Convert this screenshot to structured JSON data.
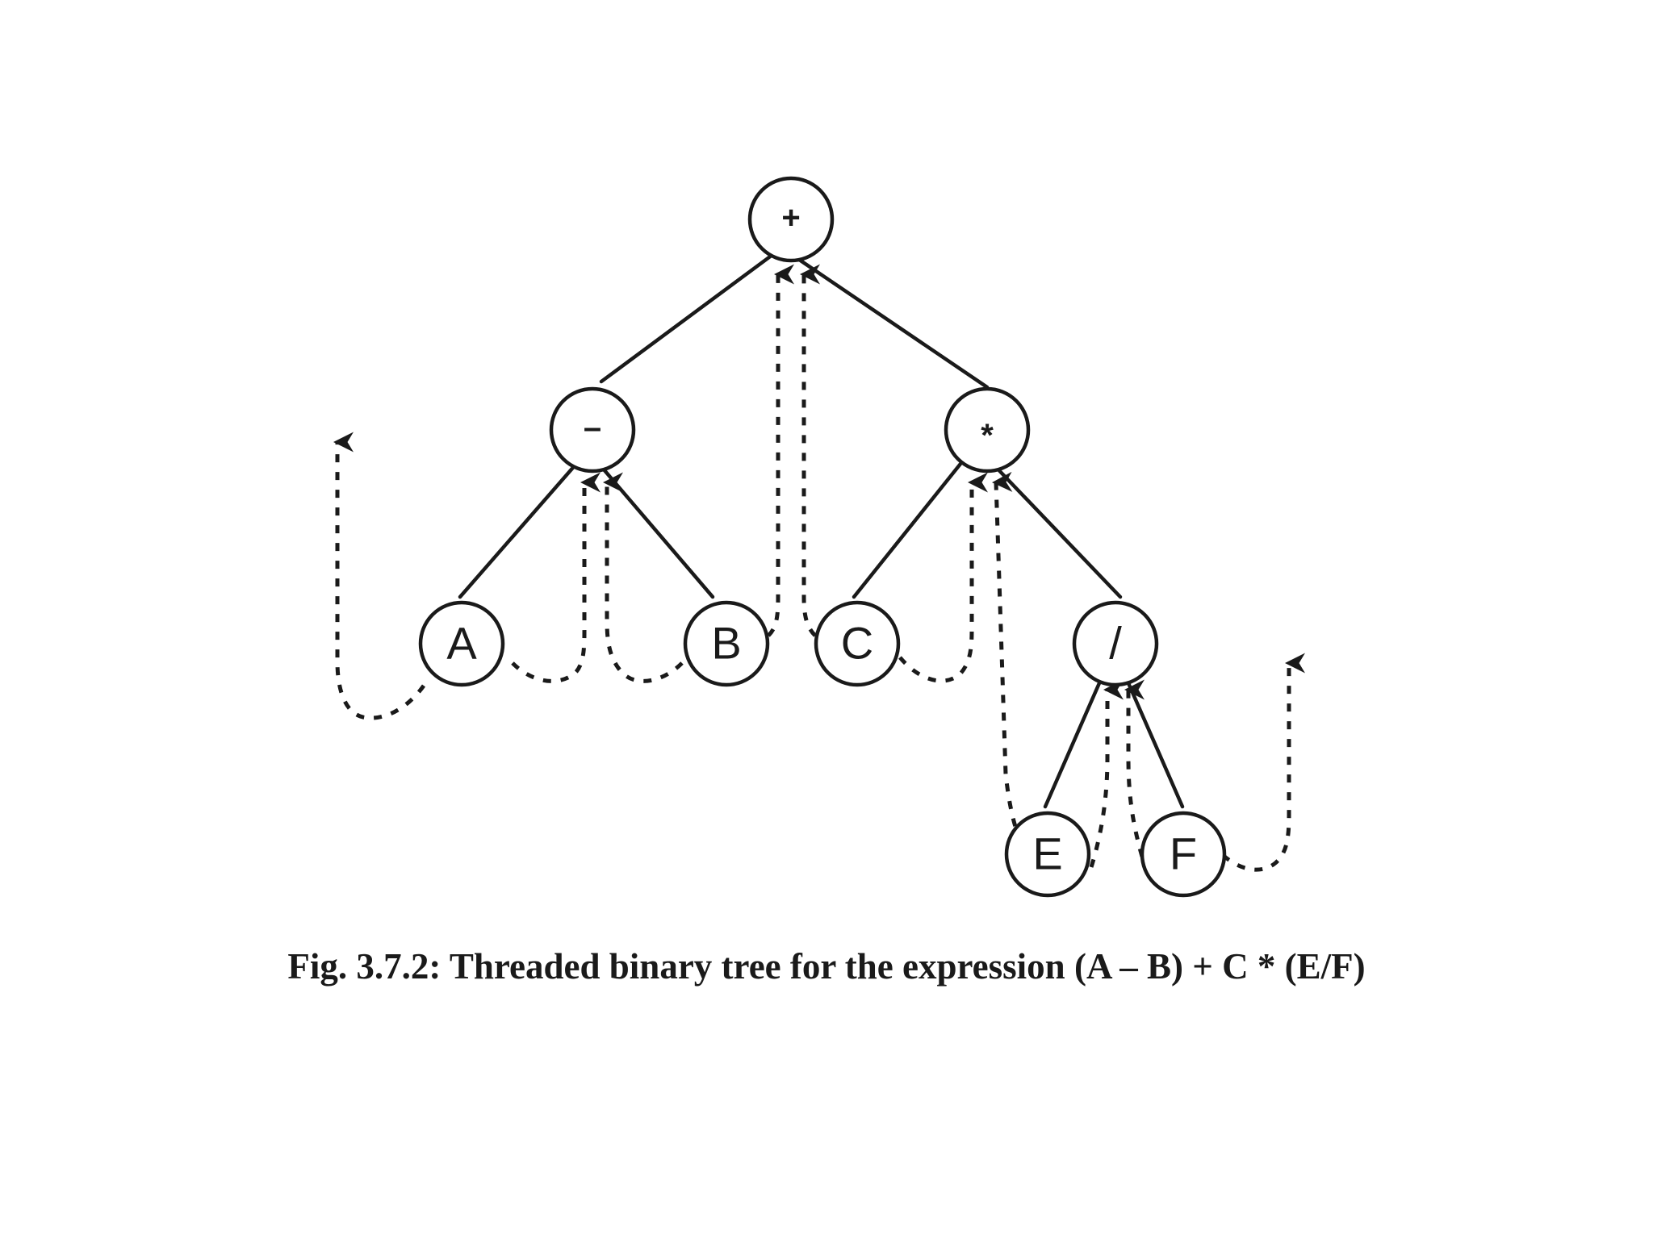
{
  "diagram": {
    "nodes": [
      {
        "id": "plus",
        "label": "+",
        "kind": "op"
      },
      {
        "id": "minus",
        "label": "–",
        "kind": "op"
      },
      {
        "id": "star",
        "label": "*",
        "kind": "op"
      },
      {
        "id": "a",
        "label": "A",
        "kind": "letter"
      },
      {
        "id": "b",
        "label": "B",
        "kind": "letter"
      },
      {
        "id": "c",
        "label": "C",
        "kind": "letter"
      },
      {
        "id": "slash",
        "label": "/",
        "kind": "op"
      },
      {
        "id": "e",
        "label": "E",
        "kind": "letter"
      },
      {
        "id": "f",
        "label": "F",
        "kind": "letter"
      }
    ],
    "edges": [
      [
        "plus",
        "minus"
      ],
      [
        "plus",
        "star"
      ],
      [
        "minus",
        "a"
      ],
      [
        "minus",
        "b"
      ],
      [
        "star",
        "c"
      ],
      [
        "star",
        "slash"
      ],
      [
        "slash",
        "e"
      ],
      [
        "slash",
        "f"
      ]
    ],
    "threads": [
      {
        "from": "a",
        "to": null,
        "side": "left"
      },
      {
        "from": "a",
        "to": "minus",
        "side": "right"
      },
      {
        "from": "b",
        "to": "minus",
        "side": "left"
      },
      {
        "from": "b",
        "to": "plus",
        "side": "right"
      },
      {
        "from": "c",
        "to": "plus",
        "side": "left"
      },
      {
        "from": "c",
        "to": "star",
        "side": "right"
      },
      {
        "from": "e",
        "to": "star",
        "side": "left"
      },
      {
        "from": "e",
        "to": "slash",
        "side": "right"
      },
      {
        "from": "f",
        "to": "slash",
        "side": "left"
      },
      {
        "from": "f",
        "to": null,
        "side": "right"
      }
    ],
    "colors": {
      "ink": "#1a1a1a",
      "background": "#ffffff"
    }
  },
  "caption": "Fig. 3.7.2: Threaded binary tree for the expression (A – B) + C * (E/F)"
}
